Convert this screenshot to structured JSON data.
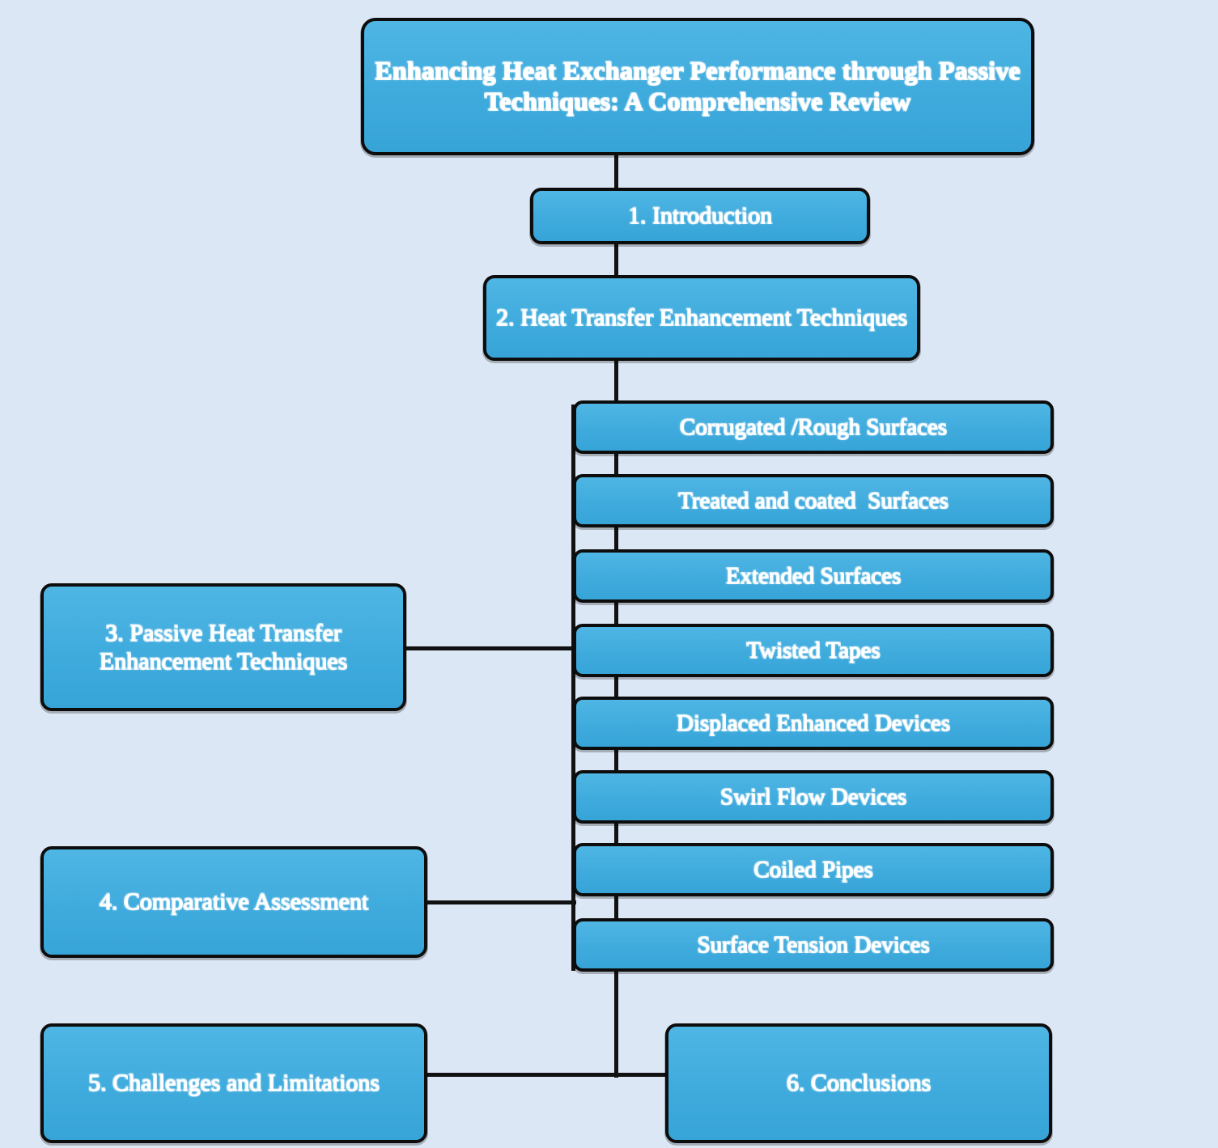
{
  "diagram": {
    "type": "flowchart",
    "background_color": "#dce7f5",
    "node_fill_color": "#41add f",
    "node_border_color": "#0d0d0d",
    "node_text_color": "#ffffff",
    "title": "Enhancing Heat Exchanger Performance through Passive Techniques: A Comprehensive Review",
    "sections": [
      {
        "id": "sec1",
        "label": "1. Introduction"
      },
      {
        "id": "sec2",
        "label": "2. Heat Transfer Enhancement Techniques"
      },
      {
        "id": "sec3",
        "label": "3. Passive Heat Transfer Enhancement Techniques"
      },
      {
        "id": "sec4",
        "label": "4. Comparative Assessment"
      },
      {
        "id": "sec5",
        "label": "5. Challenges and Limitations"
      },
      {
        "id": "sec6",
        "label": "6. Conclusions"
      }
    ],
    "techniques": [
      {
        "id": "t1",
        "label": "Corrugated /Rough Surfaces"
      },
      {
        "id": "t2",
        "label": "Treated and coated  Surfaces"
      },
      {
        "id": "t3",
        "label": "Extended Surfaces"
      },
      {
        "id": "t4",
        "label": "Twisted Tapes"
      },
      {
        "id": "t5",
        "label": "Displaced Enhanced Devices"
      },
      {
        "id": "t6",
        "label": "Swirl Flow Devices"
      },
      {
        "id": "t7",
        "label": "Coiled Pipes"
      },
      {
        "id": "t8",
        "label": "Surface Tension Devices"
      }
    ]
  }
}
